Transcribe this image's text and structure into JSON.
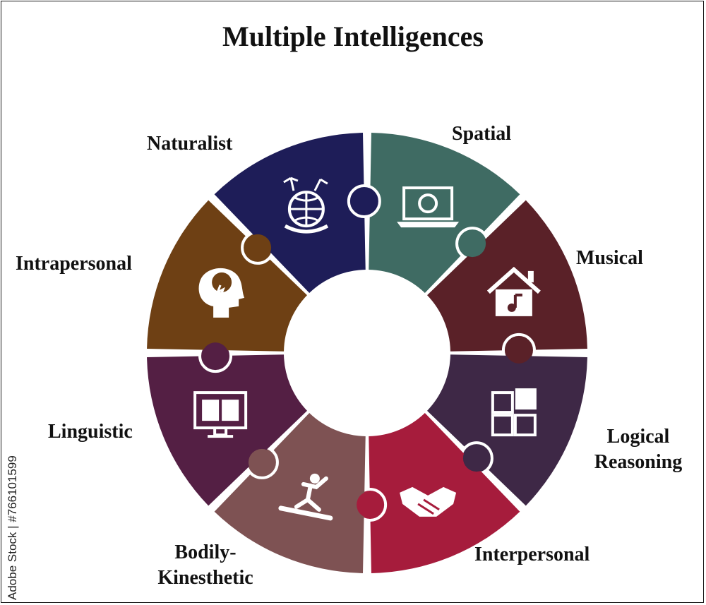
{
  "title": "Multiple Intelligences",
  "watermark": "Adobe Stock | #766101599",
  "segments": [
    {
      "name": "Spatial",
      "label_lines": [
        "Spatial"
      ],
      "color": "#3f6b63",
      "icon": "laptop-icon"
    },
    {
      "name": "Musical",
      "label_lines": [
        "Musical"
      ],
      "color": "#5a2128",
      "icon": "music-house-icon"
    },
    {
      "name": "Logical Reasoning",
      "label_lines": [
        "Logical",
        "Reasoning"
      ],
      "color": "#3e2846",
      "icon": "puzzle-icon"
    },
    {
      "name": "Interpersonal",
      "label_lines": [
        "Interpersonal"
      ],
      "color": "#a61c3c",
      "icon": "handshake-icon"
    },
    {
      "name": "Bodily-Kinesthetic",
      "label_lines": [
        "Bodily-",
        "Kinesthetic"
      ],
      "color": "#7e5253",
      "icon": "snowboarder-icon"
    },
    {
      "name": "Linguistic",
      "label_lines": [
        "Linguistic"
      ],
      "color": "#541f44",
      "icon": "monitor-book-icon"
    },
    {
      "name": "Intrapersonal",
      "label_lines": [
        "Intrapersonal"
      ],
      "color": "#6e4014",
      "icon": "head-brain-icon"
    },
    {
      "name": "Naturalist",
      "label_lines": [
        "Naturalist"
      ],
      "color": "#1e1d58",
      "icon": "globe-island-icon"
    }
  ]
}
